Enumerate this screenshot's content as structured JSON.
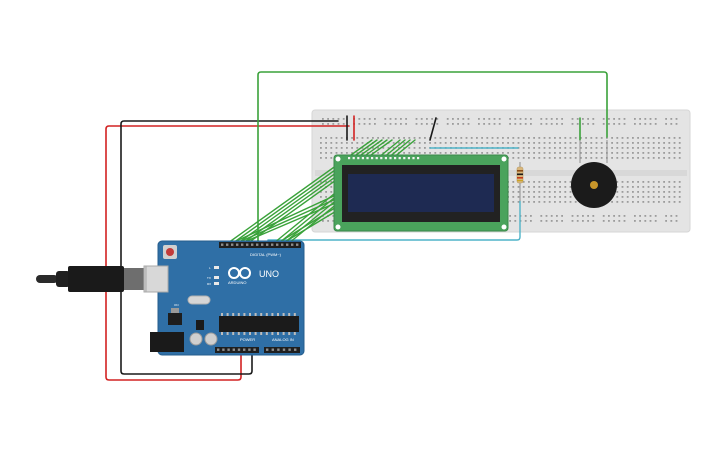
{
  "arduino": {
    "logo_text": "ARDUINO",
    "model": "UNO",
    "digital_label": "DIGITAL (PWM~)",
    "power_label": "POWER",
    "analog_label": "ANALOG IN",
    "tx_label": "TX",
    "rx_label": "RX",
    "on_label": "ON",
    "l_label": "L"
  },
  "colors": {
    "board": "#2f6fa6",
    "breadboard": "#e4e4e4",
    "lcd_pcb": "#4aa35c",
    "lcd_screen": "#1e2a52",
    "wire_red": "#d22222",
    "wire_black": "#1a1a1a",
    "wire_green": "#3aa23a",
    "wire_cyan": "#4fb3c8",
    "buzzer": "#1b1b1b",
    "buzzer_center": "#c9962a"
  },
  "components": {
    "microcontroller": "Arduino Uno",
    "display": "LCD 16x2",
    "sound": "Piezo buzzer",
    "resistor": "Resistor",
    "cable": "USB cable"
  }
}
